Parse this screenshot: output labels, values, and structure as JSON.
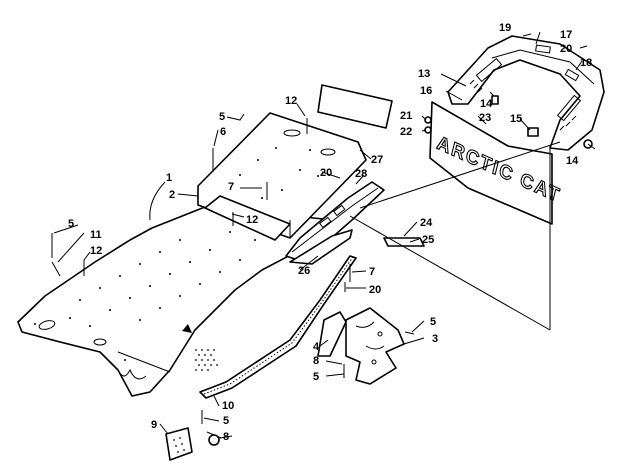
{
  "brand_text": "ARCTIC CAT",
  "callouts": {
    "c1": "1",
    "c2": "2",
    "c3": "3",
    "c4": "4",
    "c5a": "5",
    "c5b": "5",
    "c5c": "5",
    "c5d": "5",
    "c5e": "5",
    "c6": "6",
    "c7a": "7",
    "c7b": "7",
    "c8a": "8",
    "c8b": "8",
    "c9": "9",
    "c10": "10",
    "c11": "11",
    "c12a": "12",
    "c12b": "12",
    "c12c": "12",
    "c13": "13",
    "c14a": "14",
    "c14b": "14",
    "c15": "15",
    "c16": "16",
    "c17": "17",
    "c18": "18",
    "c19": "19",
    "c20a": "20",
    "c20b": "20",
    "c20c": "20",
    "c21": "21",
    "c22": "22",
    "c23": "23",
    "c24": "24",
    "c25": "25",
    "c26": "26",
    "c27": "27",
    "c28": "28"
  }
}
